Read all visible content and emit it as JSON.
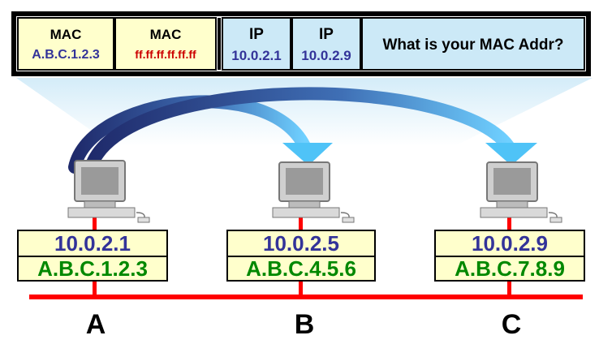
{
  "packet": {
    "fields": [
      {
        "kind": "mac",
        "header": "MAC",
        "value": "A.B.C.1.2.3",
        "fill": "#ffffcc",
        "value_color": "#333399"
      },
      {
        "kind": "mac",
        "header": "MAC",
        "value": "ff.ff.ff.ff.ff.ff",
        "fill": "#ffffcc",
        "value_color": "#cc0000"
      },
      {
        "kind": "ip",
        "header": "IP",
        "value": "10.0.2.1",
        "fill": "#cce9f7",
        "value_color": "#333399"
      },
      {
        "kind": "ip",
        "header": "IP",
        "value": "10.0.2.9",
        "fill": "#cce9f7",
        "value_color": "#333399"
      },
      {
        "kind": "payload",
        "header": "What is your MAC Addr?",
        "value": "",
        "fill": "#cce9f7",
        "value_color": "#000000"
      }
    ]
  },
  "hosts": [
    {
      "id": "A",
      "label": "A",
      "ip": "10.0.2.1",
      "mac": "A.B.C.1.2.3"
    },
    {
      "id": "B",
      "label": "B",
      "ip": "10.0.2.5",
      "mac": "A.B.C.4.5.6"
    },
    {
      "id": "C",
      "label": "C",
      "ip": "10.0.2.9",
      "mac": "A.B.C.7.8.9"
    }
  ],
  "colors": {
    "network_line": "#ff0000",
    "ip_box_fill": "#ffffcc",
    "ip_text": "#333399",
    "mac_box_fill": "#ffffcc",
    "mac_text": "#008800",
    "arrow_dark": "#1f2a6b",
    "arrow_light": "#4fc3f7",
    "broadcast_beam": "#d6eef9"
  }
}
